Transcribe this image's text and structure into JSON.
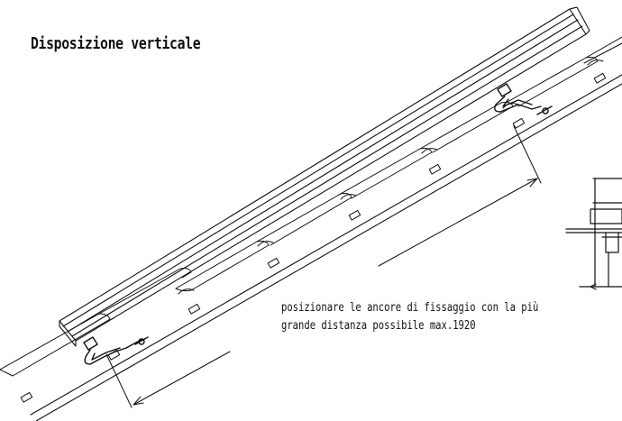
{
  "title": "Disposizione verticale",
  "note": {
    "line1": "posizionare le ancore di fissaggio con la più",
    "line2": "grande distanza possibile max.1920"
  },
  "colors": {
    "stroke": "#111111",
    "background": "#ffffff"
  },
  "objects": {
    "roof": "sloped roof with tile courses",
    "module": "framed solar module",
    "hooks": "roof hooks / mounting rails",
    "dimension": "spacing dimension between anchors",
    "detail": "clamp cross-section detail"
  }
}
